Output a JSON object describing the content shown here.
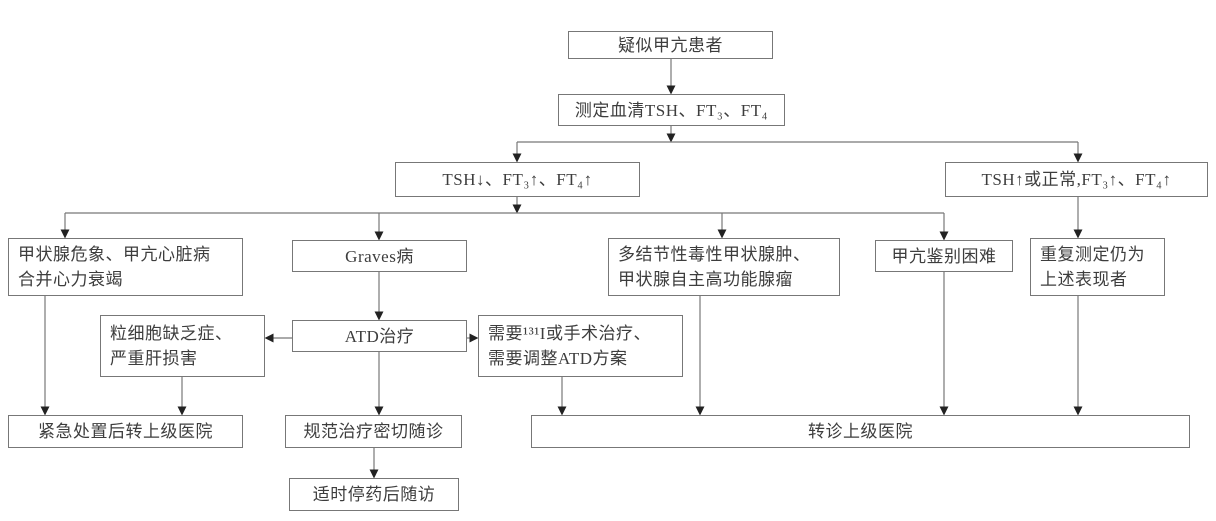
{
  "diagram": {
    "type": "flowchart",
    "language": "zh-CN",
    "topic": "疑似甲亢患者诊疗转诊流程",
    "colors": {
      "background": "#ffffff",
      "box_border": "#777777",
      "connector_line": "#777777",
      "arrowhead": "#222222",
      "text": "#3d3d3d"
    },
    "nodes": {
      "suspected": {
        "text": "疑似甲亢患者"
      },
      "measure": {
        "text": "测定血清TSH、FT₃、FT₄"
      },
      "tsh_low": {
        "text": "TSH↓、FT₃↑、FT₄↑"
      },
      "tsh_high": {
        "text": "TSH↑或正常,FT₃↑、FT₄↑"
      },
      "crisis": {
        "line1": "甲状腺危象、甲亢心脏病",
        "line2": "合并心力衰竭"
      },
      "graves": {
        "text": "Graves病"
      },
      "nodular": {
        "line1": "多结节性毒性甲状腺肿、",
        "line2": "甲状腺自主高功能腺瘤"
      },
      "difficult": {
        "text": "甲亢鉴别困难"
      },
      "repeat": {
        "line1": "重复测定仍为",
        "line2": "上述表现者"
      },
      "agranulocytosis": {
        "line1": "粒细胞缺乏症、",
        "line2": "严重肝损害"
      },
      "atd": {
        "text": "ATD治疗"
      },
      "need_i131": {
        "line1": "需要¹³¹I或手术治疗、",
        "line2": "需要调整ATD方案"
      },
      "emergency": {
        "text": "紧急处置后转上级医院"
      },
      "standard": {
        "text": "规范治疗密切随诊"
      },
      "refer": {
        "text": "转诊上级医院"
      },
      "stop": {
        "text": "适时停药后随访"
      }
    },
    "edges": [
      "suspected -> measure",
      "measure -> tsh_low",
      "measure -> tsh_high",
      "tsh_low -> crisis",
      "tsh_low -> graves",
      "tsh_low -> nodular",
      "tsh_low -> difficult",
      "tsh_high -> repeat",
      "graves -> atd",
      "atd -> agranulocytosis",
      "atd -> need_i131",
      "atd -> standard",
      "crisis -> emergency",
      "agranulocytosis -> emergency",
      "need_i131 -> refer",
      "nodular -> refer",
      "difficult -> refer",
      "repeat -> refer",
      "standard -> stop"
    ]
  }
}
